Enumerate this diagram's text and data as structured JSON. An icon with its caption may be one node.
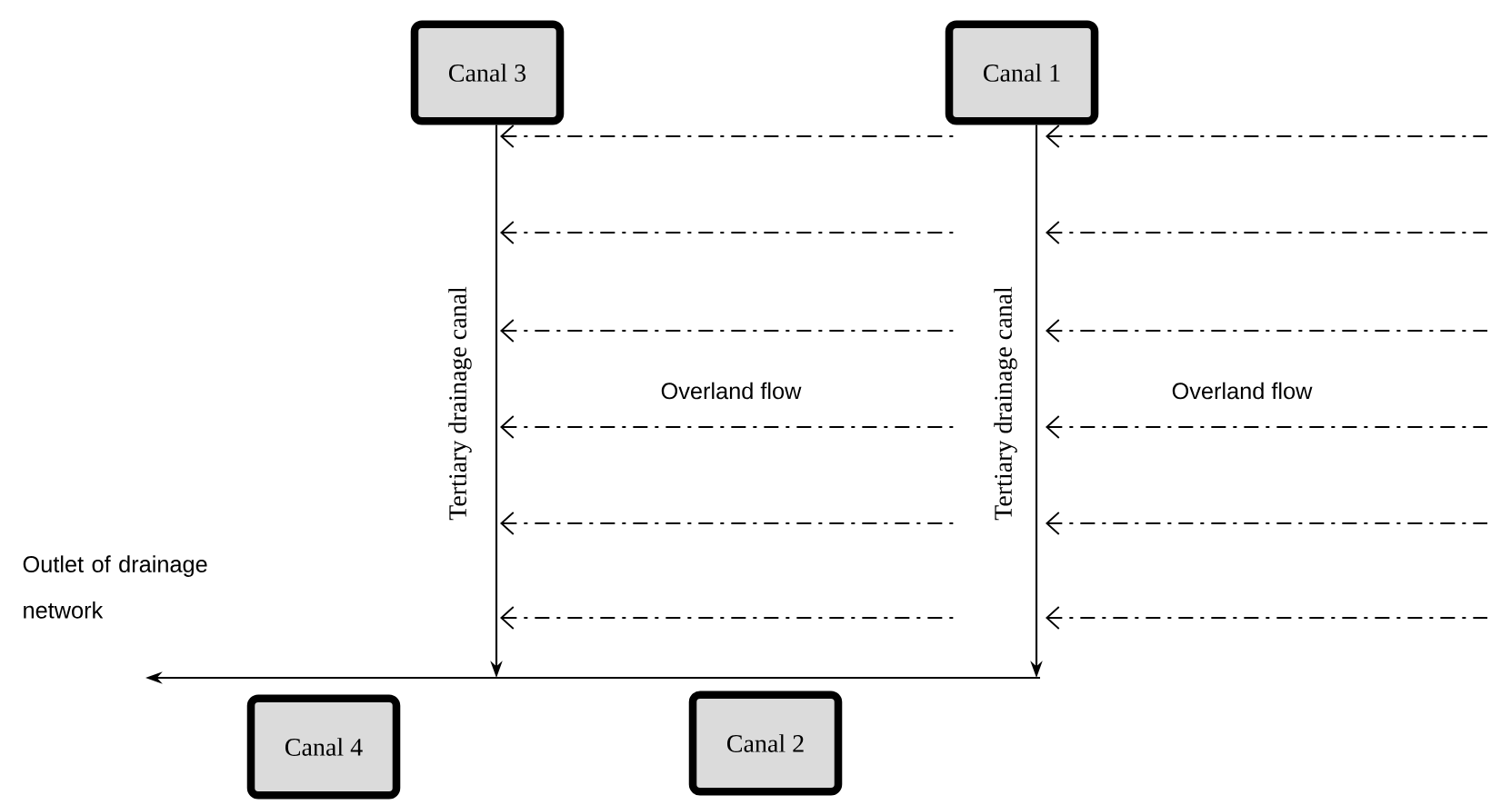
{
  "diagram": {
    "nodes": [
      {
        "text": [
          "Canal 3"
        ]
      },
      {
        "text": [
          "Canal 1"
        ]
      },
      {
        "text": [
          "Canal 4"
        ]
      },
      {
        "text": [
          "Canal 2"
        ]
      },
      {
        "text": [
          "Outlet of drainage network"
        ]
      }
    ],
    "edges": [
      {
        "from": 0,
        "to": null,
        "arrow": "to",
        "label": "Tertiary drainage canal"
      },
      {
        "from": 1,
        "to": null,
        "arrow": "to",
        "label": "Tertiary drainage canal"
      },
      {
        "from": null,
        "to": 4,
        "arrow": "to"
      }
    ],
    "labels": [
      "Overland flow",
      "Overland flow"
    ]
  }
}
